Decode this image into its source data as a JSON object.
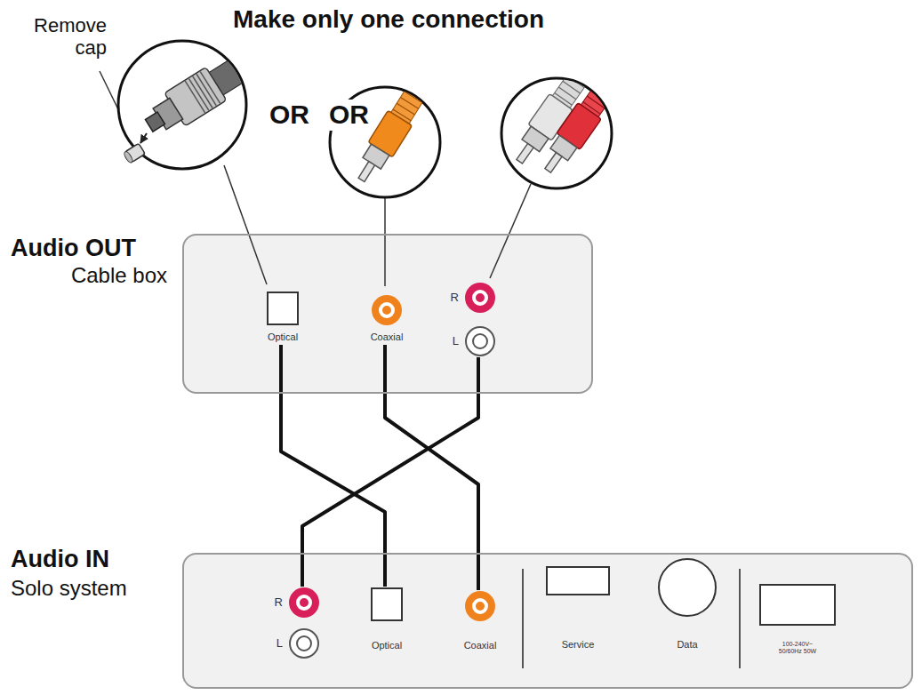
{
  "diagram": {
    "title": "Make only one connection",
    "nodes": [
      {
        "text": [
          "Audio OUT",
          "Cable box"
        ]
      },
      {
        "text": [
          "Optical"
        ],
        "in": 0
      },
      {
        "text": [
          "Coaxial"
        ],
        "in": 0
      },
      {
        "text": [
          "R"
        ],
        "in": 0
      },
      {
        "text": [
          "L"
        ],
        "in": 0
      },
      {
        "text": [
          "Audio IN",
          "Solo system"
        ]
      },
      {
        "text": [
          "R"
        ],
        "in": 5
      },
      {
        "text": [
          "L"
        ],
        "in": 5
      },
      {
        "text": [
          "Optical"
        ],
        "in": 5
      },
      {
        "text": [
          "Coaxial"
        ],
        "in": 5
      },
      {
        "text": [
          "Service"
        ],
        "in": 5
      },
      {
        "text": [
          "Data"
        ],
        "in": 5
      },
      {
        "text": [
          "100-240V~ 50/60Hz 50W"
        ],
        "in": 5
      }
    ],
    "edges": [
      {
        "from": 1,
        "to": 8,
        "arrow": "none"
      },
      {
        "from": 2,
        "to": 9,
        "arrow": "none"
      },
      {
        "from": 4,
        "to": 6,
        "arrow": "none"
      }
    ],
    "labels": [
      "Remove cap",
      "OR",
      "OR"
    ]
  }
}
